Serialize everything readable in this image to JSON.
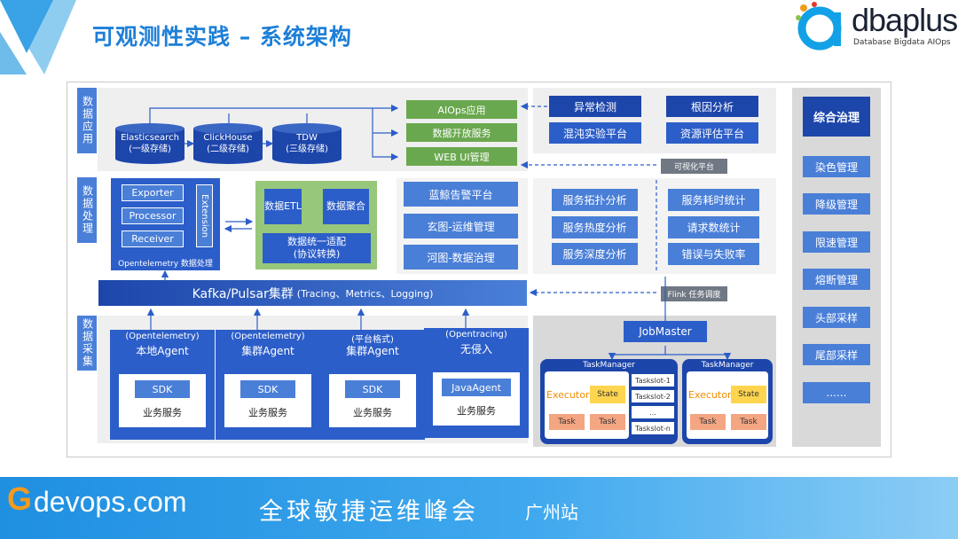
{
  "header": {
    "title": "可观测性实践 – 系统架构",
    "logo_text": "dbaplus",
    "logo_sub": "Database  Bigdata  AIOps"
  },
  "layers": {
    "app": "数据应用",
    "process": "数据处理",
    "collect": "数据采集"
  },
  "storage": [
    {
      "name": "Elasticsearch",
      "tier": "(一级存储)"
    },
    {
      "name": "ClickHouse",
      "tier": "(二级存储)"
    },
    {
      "name": "TDW",
      "tier": "(三级存储)"
    }
  ],
  "apps": [
    "AIOps应用",
    "数据开放服务",
    "WEB UI管理"
  ],
  "analysis": {
    "row1": [
      "异常检测",
      "根因分析"
    ],
    "row2": [
      "混沌实验平台",
      "资源评估平台"
    ]
  },
  "viz_note": "可视化平台",
  "otel": {
    "items": [
      "Exporter",
      "Processor",
      "Receiver"
    ],
    "extension": "Extension",
    "caption": "Opentelemetry 数据处理"
  },
  "etl": {
    "etl": "数据ETL",
    "agg": "数据聚合",
    "adapt_line1": "数据统一适配",
    "adapt_line2": "(协议转换)"
  },
  "platforms": [
    "蓝鲸告警平台",
    "玄图-运维管理",
    "河图-数据治理"
  ],
  "stats": {
    "left": [
      "服务拓扑分析",
      "服务热度分析",
      "服务深度分析"
    ],
    "right": [
      "服务耗时统计",
      "请求数统计",
      "错误与失败率"
    ]
  },
  "kafka": {
    "name": "Kafka/Pulsar集群",
    "detail": "(Tracing、Metrics、Logging)"
  },
  "flink_note": "Flink 任务调度",
  "agents": [
    {
      "caption": "(Opentelemetry)",
      "name": "本地Agent",
      "sdk": "SDK",
      "service": "业务服务"
    },
    {
      "caption": "(Opentelemetry)",
      "name": "集群Agent",
      "sdk": "SDK",
      "service": "业务服务"
    },
    {
      "caption": "(平台格式)",
      "name": "集群Agent",
      "sdk": "SDK",
      "service": "业务服务"
    },
    {
      "caption": "(Opentracing)",
      "name": "无侵入",
      "sdk": "JavaAgent",
      "service": "业务服务"
    }
  ],
  "flink": {
    "jobmaster": "JobMaster",
    "taskmanager": "TaskManager",
    "executor": "Executor",
    "state": "State",
    "task": "Task",
    "slots": [
      "Taskslot-1",
      "Taskslot-2",
      "...",
      "Taskslot-n"
    ]
  },
  "governance": {
    "title": "综合治理",
    "items": [
      "染色管理",
      "降级管理",
      "限速管理",
      "熔断管理",
      "头部采样",
      "尾部采样",
      "......"
    ]
  },
  "footer": {
    "g": "G",
    "domain": "devops.com",
    "event": "全球敏捷运维峰会",
    "city": "广州站"
  },
  "colors": {
    "primary_blue": "#2c5ec9",
    "dark_blue": "#1d46ab",
    "light_blue": "#4a7fd8",
    "green": "#6aa84f",
    "title_blue": "#1d7fd8"
  }
}
